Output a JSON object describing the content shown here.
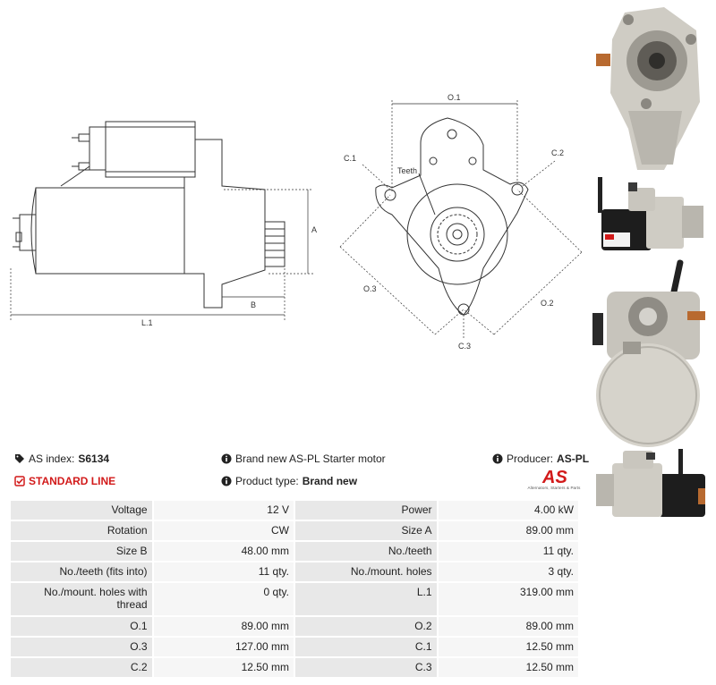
{
  "drawing": {
    "labels": {
      "a": "A",
      "b": "B",
      "l1": "L.1",
      "o1": "O.1",
      "o2": "O.2",
      "o3": "O.3",
      "c1": "C.1",
      "c2": "C.2",
      "c3": "C.3",
      "teeth": "Teeth"
    }
  },
  "info": {
    "as_index_label": "AS index:",
    "as_index_value": "S6134",
    "standard_line": "STANDARD LINE",
    "description": "Brand new AS-PL Starter motor",
    "product_type_label": "Product type:",
    "product_type_value": "Brand new",
    "producer_label": "Producer:",
    "producer_value": "AS-PL"
  },
  "logo": {
    "mark": "AS",
    "tagline": "Alternators, Starters & Parts"
  },
  "specs": [
    {
      "k1": "Voltage",
      "v1": "12 V",
      "k2": "Power",
      "v2": "4.00 kW"
    },
    {
      "k1": "Rotation",
      "v1": "CW",
      "k2": "Size A",
      "v2": "89.00 mm"
    },
    {
      "k1": "Size B",
      "v1": "48.00 mm",
      "k2": "No./teeth",
      "v2": "11 qty."
    },
    {
      "k1": "No./teeth (fits into)",
      "v1": "11 qty.",
      "k2": "No./mount. holes",
      "v2": "3 qty."
    },
    {
      "k1": "No./mount. holes with thread",
      "v1": "0 qty.",
      "k2": "L.1",
      "v2": "319.00 mm"
    },
    {
      "k1": "O.1",
      "v1": "89.00 mm",
      "k2": "O.2",
      "v2": "89.00 mm"
    },
    {
      "k1": "O.3",
      "v1": "127.00 mm",
      "k2": "C.1",
      "v2": "12.50 mm"
    },
    {
      "k1": "C.2",
      "v1": "12.50 mm",
      "k2": "C.3",
      "v2": "12.50 mm"
    }
  ],
  "colors": {
    "accent_red": "#d21a1a",
    "key_cell_bg": "#e8e8e8",
    "value_cell_bg": "#f6f6f6"
  }
}
